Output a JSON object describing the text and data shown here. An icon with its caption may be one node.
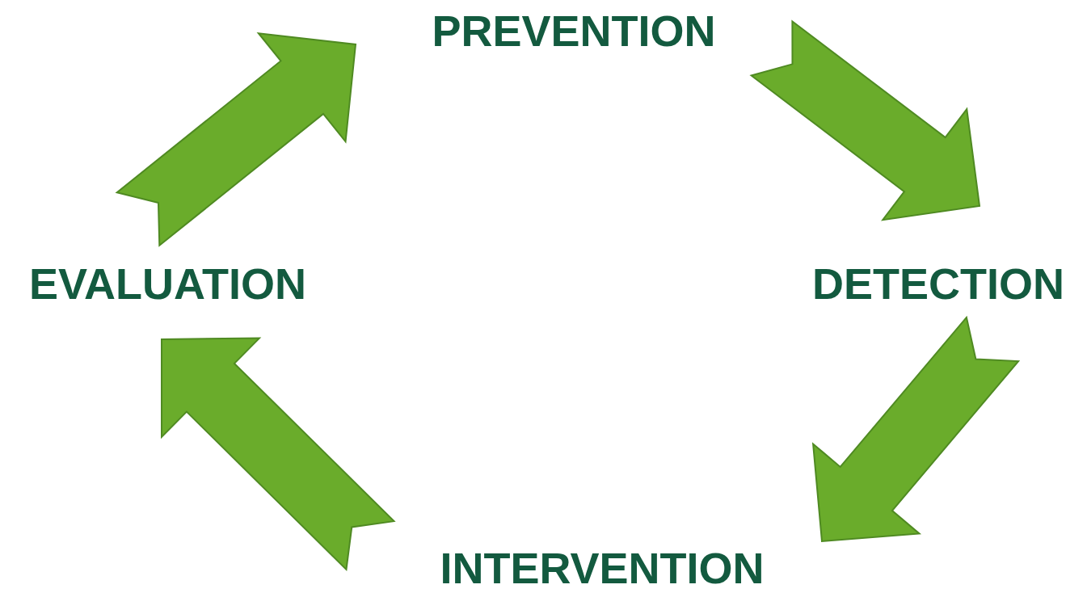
{
  "diagram": {
    "nodes": [
      {
        "text": [
          "PREVENTION"
        ]
      },
      {
        "text": [
          "DETECTION"
        ]
      },
      {
        "text": [
          "INTERVENTION"
        ]
      },
      {
        "text": [
          "EVALUATION"
        ]
      }
    ],
    "edges": [
      {
        "from": 3,
        "to": 0,
        "arrow": "to"
      },
      {
        "from": 0,
        "to": 1,
        "arrow": "to"
      },
      {
        "from": 1,
        "to": 2,
        "arrow": "to"
      },
      {
        "from": 2,
        "to": 3,
        "arrow": "to"
      }
    ]
  }
}
